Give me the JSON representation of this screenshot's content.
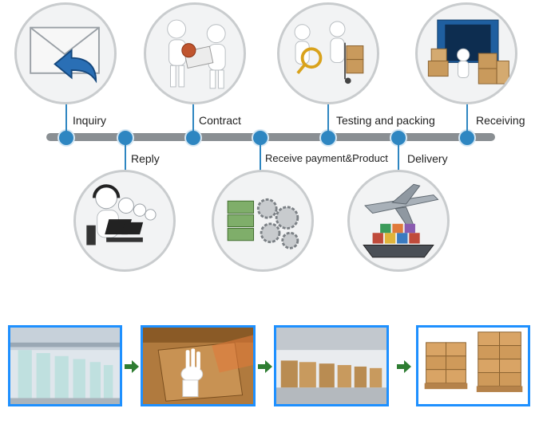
{
  "process_steps": {
    "inquiry": "Inquiry",
    "reply": "Reply",
    "contract": "Contract",
    "receive_payment": "Receive payment&Product",
    "testing_packing": "Testing and packing",
    "delivery": "Delivery",
    "receiving": "Receiving"
  },
  "icons": {
    "inquiry": "envelope-reply-icon",
    "reply": "call-center-icon",
    "contract": "handshake-contract-icon",
    "receive_payment": "money-gears-icon",
    "testing_packing": "magnifier-boxes-icon",
    "delivery": "airplane-ship-icon",
    "receiving": "container-boxes-icon"
  },
  "colors": {
    "timeline_bar": "#8a8f93",
    "node": "#2e86c1",
    "photo_border": "#1e90ff",
    "flow_arrow": "#2e7d32"
  },
  "photos": [
    "production-line-photo",
    "packing-photo",
    "warehouse-photo",
    "pallets-photo"
  ]
}
